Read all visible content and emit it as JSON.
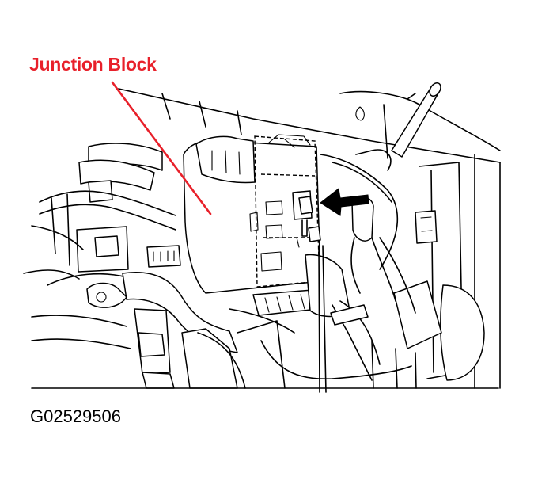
{
  "callout": {
    "label": "Junction Block",
    "color": "#e8202a"
  },
  "figure_id": "G02529506",
  "icons": [
    "leader-line",
    "pointer-arrow",
    "junction-block-drawing"
  ]
}
